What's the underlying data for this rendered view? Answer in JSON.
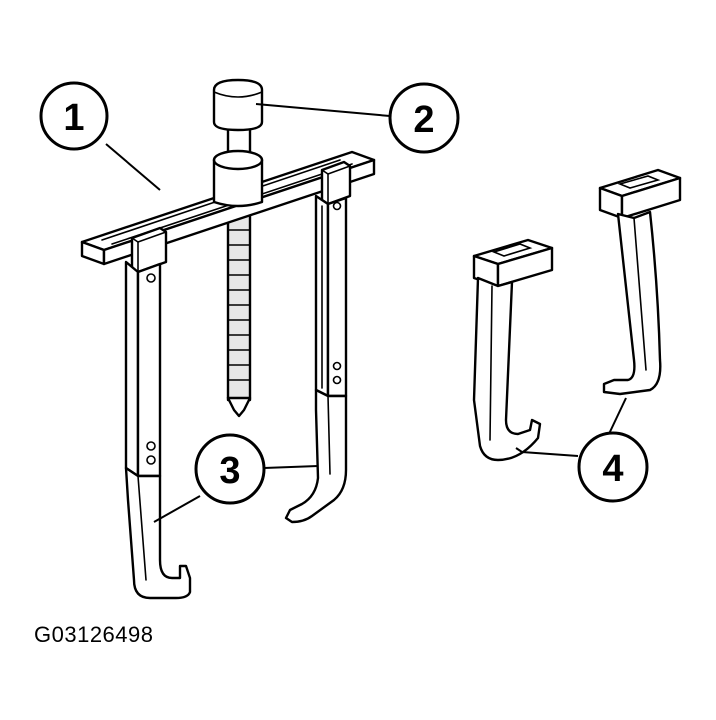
{
  "callouts": [
    {
      "id": "1",
      "label": "1"
    },
    {
      "id": "2",
      "label": "2"
    },
    {
      "id": "3",
      "label": "3"
    },
    {
      "id": "4",
      "label": "4"
    }
  ],
  "figure_code": "G03126498",
  "colors": {
    "line": "#000000",
    "fill": "#ffffff",
    "shade": "#e7e7e7"
  }
}
